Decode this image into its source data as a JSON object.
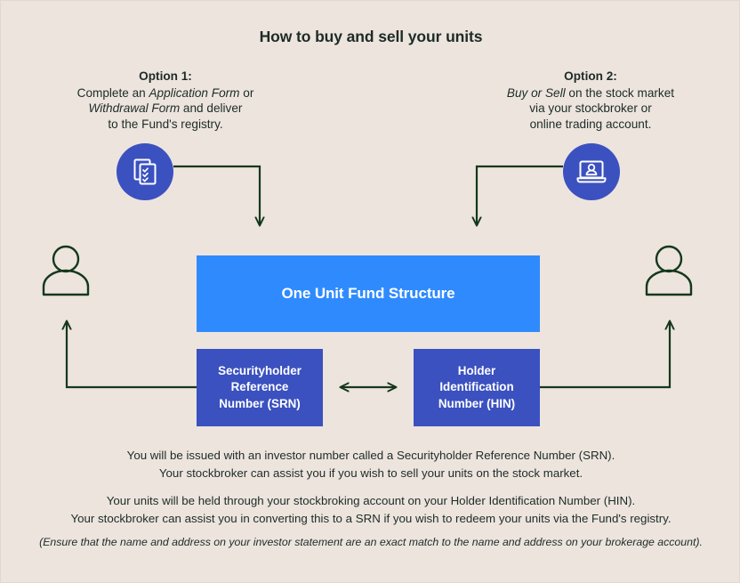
{
  "title": "How to buy and sell your units",
  "options": [
    {
      "heading": "Option 1:",
      "lines": [
        {
          "pre": "Complete an ",
          "em": "Application Form",
          "post": " or"
        },
        {
          "pre": "",
          "em": "Withdrawal Form",
          "post": " and deliver"
        },
        {
          "pre": "to the Fund's registry.",
          "em": "",
          "post": ""
        }
      ],
      "icon": "documents-checklist-icon"
    },
    {
      "heading": "Option 2:",
      "lines": [
        {
          "pre": "",
          "em": "Buy or Sell",
          "post": " on the stock market"
        },
        {
          "pre": "via your stockbroker or",
          "em": "",
          "post": ""
        },
        {
          "pre": "online trading account.",
          "em": "",
          "post": ""
        }
      ],
      "icon": "laptop-person-icon"
    }
  ],
  "boxes": {
    "fund": {
      "label": "One Unit Fund Structure"
    },
    "srn": {
      "lines": [
        "Securityholder",
        "Reference",
        "Number (SRN)"
      ]
    },
    "hin": {
      "lines": [
        "Holder",
        "Identification",
        "Number (HIN)"
      ]
    }
  },
  "actors": {
    "left_label": "investor-person-left",
    "right_label": "investor-person-right"
  },
  "paragraphs": [
    {
      "lines": [
        "You will be issued with an investor number called a Securityholder Reference Number (SRN).",
        "Your stockbroker can assist you if you wish to sell your units on the stock market."
      ]
    },
    {
      "lines": [
        "Your units will be held through your stockbroking account on your Holder Identification Number (HIN).",
        "Your stockbroker can assist you in converting this to a SRN if you wish to redeem your units via the Fund's registry."
      ]
    }
  ],
  "note": "(Ensure that the name and address on your investor statement are an exact match to the name and address on your brokerage account).",
  "colors": {
    "background": "#ede4de",
    "accent_light_blue": "#2f8bfd",
    "accent_indigo": "#3b51c0",
    "connector_green": "#15381c",
    "text": "#1d2b26",
    "white": "#ffffff"
  }
}
